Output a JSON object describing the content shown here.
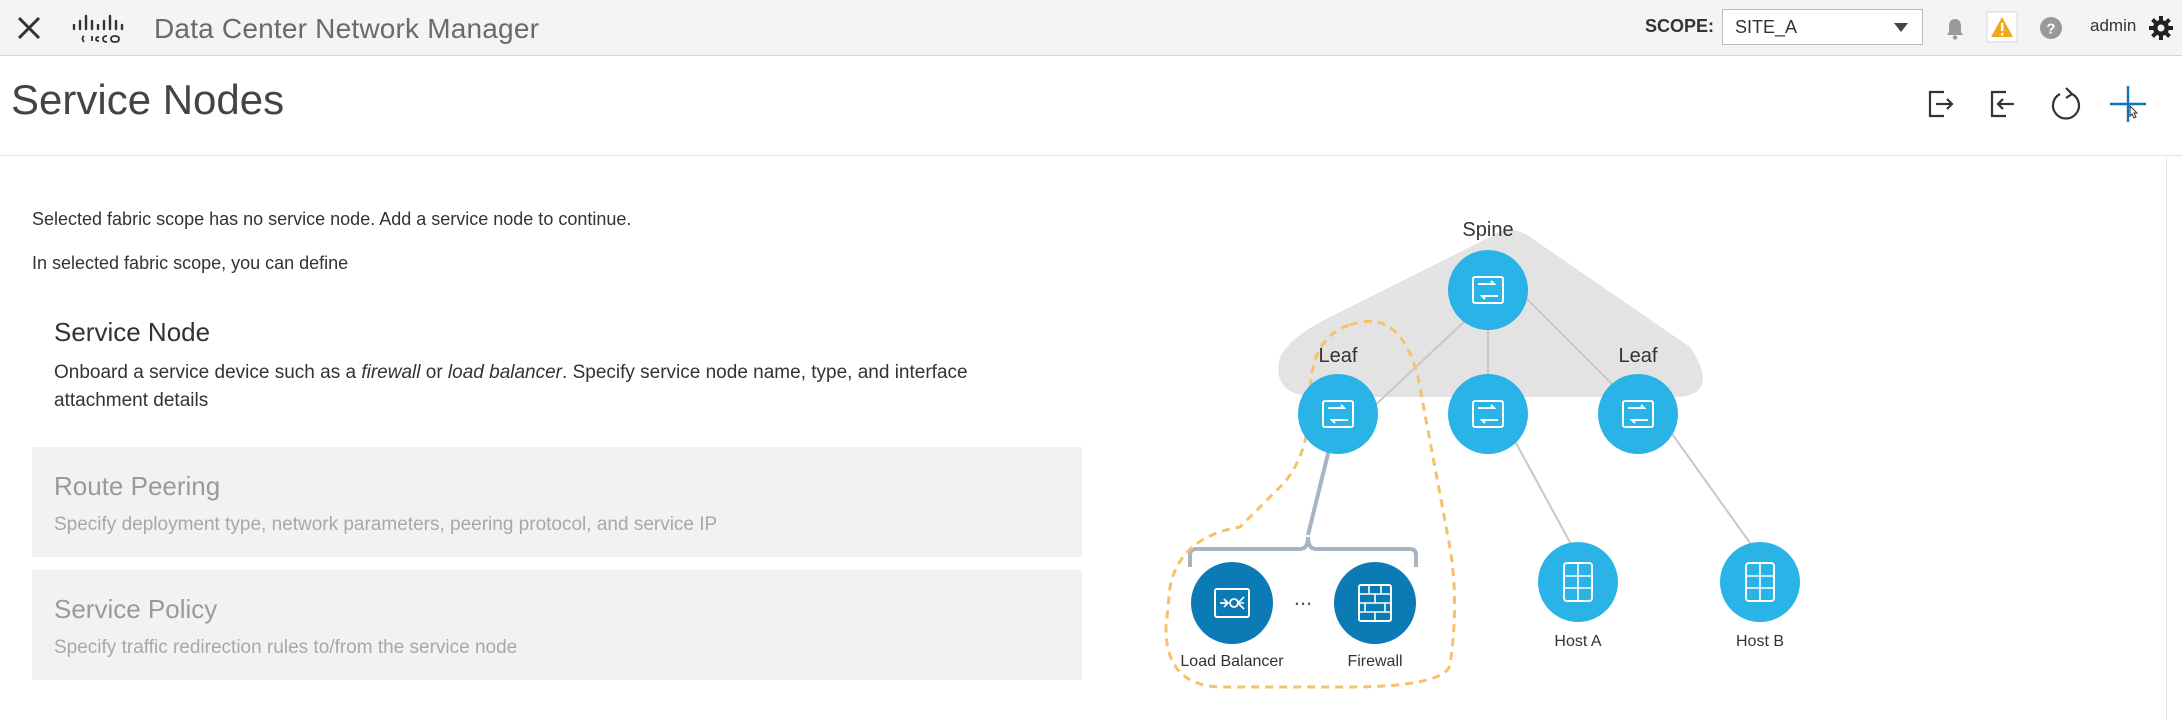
{
  "topbar": {
    "app_title": "Data Center Network Manager",
    "scope_label": "SCOPE:",
    "scope_value": "SITE_A",
    "user": "admin",
    "icons": [
      "close-icon",
      "cisco-logo",
      "bell-icon",
      "warning-icon",
      "help-icon",
      "gear-icon"
    ],
    "colors": {
      "warning": "#f0a81c"
    }
  },
  "header": {
    "title": "Service Nodes",
    "actions": [
      "export-icon",
      "import-icon",
      "refresh-icon",
      "add-icon"
    ]
  },
  "main": {
    "intro_1": "Selected fabric scope has no service node. Add a service node to continue.",
    "intro_2": "In selected fabric scope, you can define",
    "cards": [
      {
        "title": "Service Node",
        "desc_prefix": "Onboard a service device such as a ",
        "desc_em1": "firewall",
        "desc_mid": " or ",
        "desc_em2": "load balancer",
        "desc_suffix": ". Specify service node name, type, and interface attachment details"
      },
      {
        "title": "Route Peering",
        "desc": "Specify deployment type, network parameters, peering protocol, and service IP"
      },
      {
        "title": "Service Policy",
        "desc": "Specify traffic redirection rules to/from the service node"
      }
    ]
  },
  "diagram": {
    "spine": "Spine",
    "leaf_left": "Leaf",
    "leaf_right": "Leaf",
    "ellipsis": "...",
    "load_balancer": "Load Balancer",
    "firewall": "Firewall",
    "host_a": "Host A",
    "host_b": "Host B",
    "colors": {
      "node": "#29b3e6",
      "service_node": "#0a7bb5",
      "cloud": "#e3e3e3",
      "dashed": "#f5c26b"
    }
  }
}
